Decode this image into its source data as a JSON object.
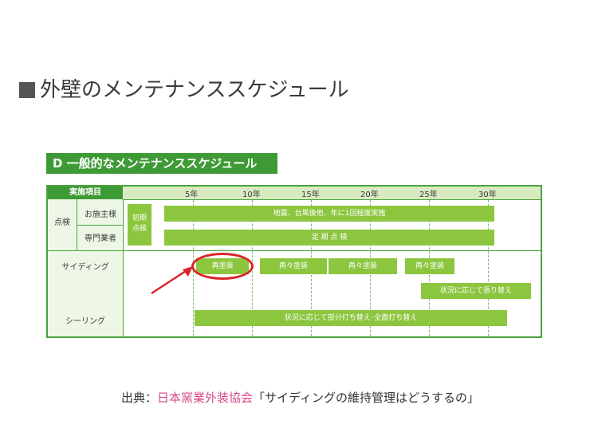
{
  "heading": "外壁のメンテナンススケジュール",
  "figure": {
    "title": "D 一般的なメンテナンススケジュール",
    "header_label": "実施項目",
    "years": [
      "5年",
      "10年",
      "15年",
      "20年",
      "25年",
      "30年"
    ],
    "inspection": {
      "group": "点検",
      "owner": "お施主様",
      "pro": "専門業者",
      "initial": "初期\n点検",
      "owner_bar": "地震、台風後他、年に1回程度実施",
      "pro_bar": "定 期 点 検"
    },
    "siding": {
      "label": "サイディング",
      "repaint_first": "再塗装",
      "repaint_others": [
        "再々塗装",
        "再々塗装",
        "再々塗装"
      ],
      "replace": "状況に応じて張り替え"
    },
    "sealing": {
      "label": "シーリング",
      "bar": "状況に応じて部分打ち替え･全面打ち替え"
    }
  },
  "credit": {
    "prefix": "出典：",
    "source": "日本窯業外装協会",
    "doc": "「サイディングの維持管理はどうするの」"
  },
  "colors": {
    "green_dark": "#3e9a34",
    "green_bar": "#8cc63f",
    "highlight": "#d7262a",
    "link": "#d64a8a"
  }
}
